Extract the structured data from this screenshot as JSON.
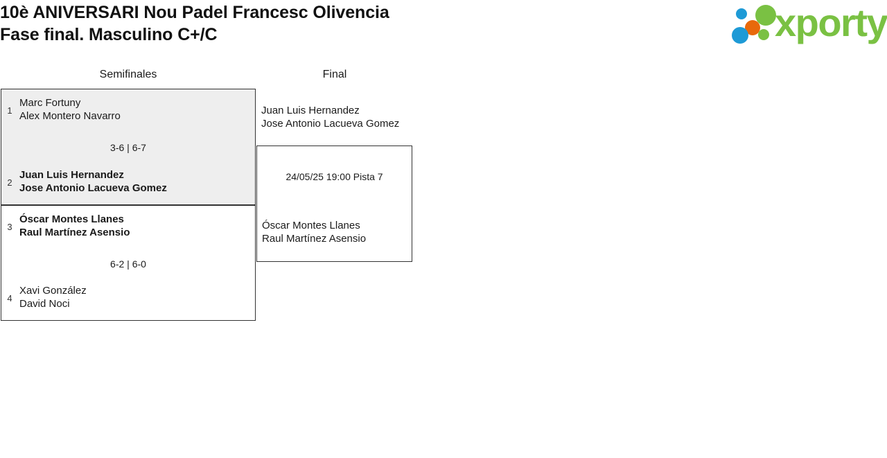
{
  "header": {
    "title_line1": "10è ANIVERSARI Nou Padel Francesc Olivencia",
    "title_line2": "Fase final. Masculino C+/C",
    "logo_word": "xporty",
    "logo_colors": {
      "green": "#7ac143",
      "blue": "#1e9ad6",
      "orange": "#e8690b"
    }
  },
  "bracket": {
    "rounds": [
      {
        "label": "Semifinales"
      },
      {
        "label": "Final"
      }
    ],
    "semifinals": [
      {
        "highlighted": true,
        "score": "3-6 | 6-7",
        "teams": [
          {
            "seed": "1",
            "winner": false,
            "player1": "Marc Fortuny",
            "player2": "Alex Montero Navarro"
          },
          {
            "seed": "2",
            "winner": true,
            "player1": "Juan Luis Hernandez",
            "player2": "Jose Antonio Lacueva Gomez"
          }
        ]
      },
      {
        "highlighted": false,
        "score": "6-2 | 6-0",
        "teams": [
          {
            "seed": "3",
            "winner": true,
            "player1": "Óscar Montes Llanes",
            "player2": "Raul Martínez Asensio"
          },
          {
            "seed": "4",
            "winner": false,
            "player1": "Xavi González",
            "player2": "David Noci"
          }
        ]
      }
    ],
    "final": {
      "meta": "24/05/25 19:00 Pista 7",
      "teams": [
        {
          "winner": false,
          "player1": "Juan Luis Hernandez",
          "player2": "Jose Antonio Lacueva Gomez"
        },
        {
          "winner": false,
          "player1": "Óscar Montes Llanes",
          "player2": "Raul Martínez Asensio"
        }
      ]
    }
  }
}
